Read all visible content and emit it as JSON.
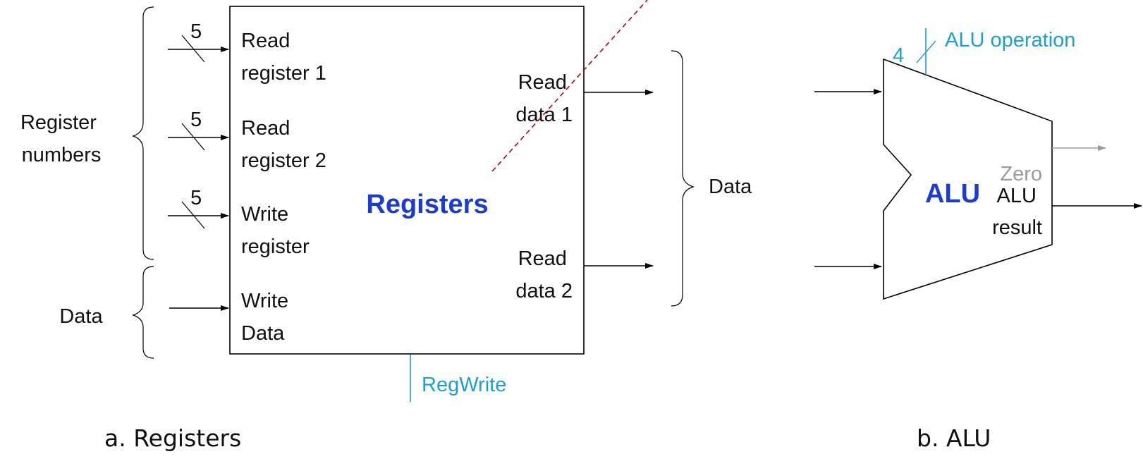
{
  "registers": {
    "input_groups": {
      "register_numbers": [
        "Register",
        "numbers"
      ],
      "data": "Data"
    },
    "bus_widths": [
      "5",
      "5",
      "5"
    ],
    "inputs": {
      "read_register_1": [
        "Read",
        "register 1"
      ],
      "read_register_2": [
        "Read",
        "register 2"
      ],
      "write_register": [
        "Write",
        "register"
      ],
      "write_data": [
        "Write",
        "Data"
      ]
    },
    "outputs": {
      "read_data_1": [
        "Read",
        "data 1"
      ],
      "read_data_2": [
        "Read",
        "data 2"
      ]
    },
    "title": "Registers",
    "control": "RegWrite",
    "output_group": "Data",
    "caption": "a. Registers"
  },
  "alu": {
    "control_width": "4",
    "control": "ALU operation",
    "title": "ALU",
    "zero": "Zero",
    "result": [
      "ALU",
      "result"
    ],
    "caption": "b. ALU"
  },
  "colors": {
    "title": "#1a3bd6",
    "control": "#1ba0d0",
    "zero": "#9a9a9a",
    "annotation_line": "#c00000"
  }
}
